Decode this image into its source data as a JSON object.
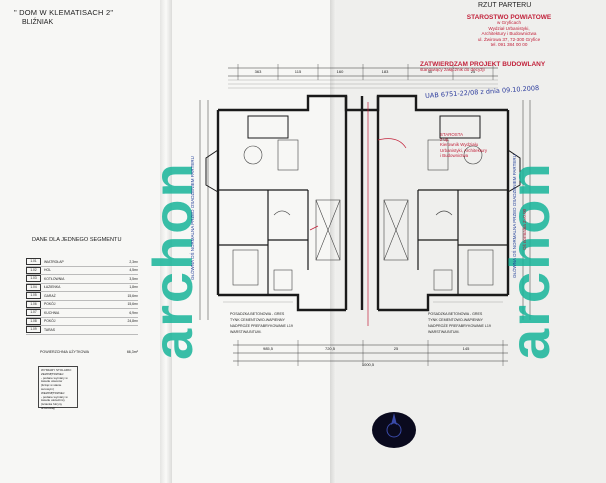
{
  "header": {
    "title": "\" DOM W KLEMATISACH 2\"",
    "subtitle": "BLIŹNIAK",
    "plan_title": "RZUT PARTERU"
  },
  "stamps": {
    "office": [
      "STAROSTWO POWIATOWE",
      "w Gryficach",
      "Wydział Urbanistyki,",
      "Architektury i Budownictwa",
      "ul. Żwirowa 37, 72-300 Gryfice",
      "tel. 091 384 00 00"
    ],
    "approval_title": "ZATWIERDZAM PROJEKT BUDOWLANY",
    "approval_line": "stanowiący załącznik do decyzji",
    "handwritten": "UAB 6751-22/08 z dnia 09.10.2008",
    "office2": [
      "STAROSTA",
      "z up.",
      "Kierownik Wydziału",
      "Urbanistyki, Architektury",
      "i Budownictwa"
    ]
  },
  "watermark": "archon",
  "side_texts": {
    "left": "GŁÓWNA OŚ NORMALNA PRZED OSADZENIEM PARTERU",
    "right": "GŁÓWNA OŚ NORMALNA PRZED OSADZENIEM PARTERU",
    "right_red": "Oś normalna Z=0.00"
  },
  "segment": {
    "title": "DANE DLA JEDNEGO SEGMENTU",
    "rooms": [
      {
        "no": "1.01",
        "name": "WIATROŁAP",
        "area": "2,3m²"
      },
      {
        "no": "1.02",
        "name": "HOL",
        "area": "4,5m²"
      },
      {
        "no": "1.03",
        "name": "KOTŁOWNIA",
        "area": "3,5m²"
      },
      {
        "no": "1.04",
        "name": "ŁAZIENKA",
        "area": "1,8m²"
      },
      {
        "no": "1.05",
        "name": "GARAŻ",
        "area": "15,6m²"
      },
      {
        "no": "1.06",
        "name": "POKÓJ",
        "area": "15,6m²"
      },
      {
        "no": "1.07",
        "name": "KUCHNIA",
        "area": "6,9m²"
      },
      {
        "no": "1.08",
        "name": "POKÓJ",
        "area": "24,8m²"
      },
      {
        "no": "1.09",
        "name": "TARAS",
        "area": ""
      }
    ],
    "total_label": "POWIERZCHNIA UŻYTKOWA",
    "total_value": "66,3m²"
  },
  "legend": {
    "lines": [
      "WYMIARY STOLARKI:",
      "ZEWNĘTRZNEJ",
      " - podane wymiary w świetle otworów",
      "   (licząc w stanie surowym)",
      "WEWNĘTRZNEJ",
      " - podane wymiary w świetle ościeżnicy",
      "   (ścianka futryny drzwiowej)"
    ]
  },
  "plan": {
    "dims_top": [
      "363",
      "115",
      "160",
      "183",
      "40",
      "25",
      "70",
      "183"
    ],
    "dims_bottom": [
      "985,5",
      "720,5",
      "25",
      "145",
      "1000,5"
    ],
    "notes": [
      "POSADZKA BETONOWA - GRES",
      "TYNK CEMENTOWO-WAPIENNY",
      "NADPROŻE PREFABRYKOWANE L19",
      "WARSTWA BITUM."
    ]
  },
  "compass_icon": "north-arrow-icon",
  "colors": {
    "watermark": "#18b59a",
    "stamp_red": "#c2223b",
    "ink_blue": "#2a3a9c"
  }
}
